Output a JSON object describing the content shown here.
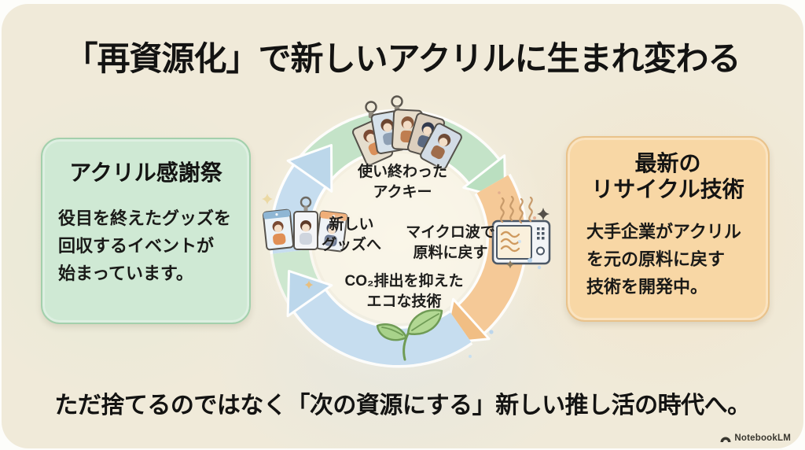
{
  "slide": {
    "title": "「再資源化」で新しいアクリルに生まれ変わる",
    "tagline": "ただ捨てるのではなく「次の資源にする」新しい推し活の時代へ。",
    "background_color": "#f0ead9"
  },
  "event_card": {
    "title": "アクリル感謝祭",
    "body_lines": [
      "役目を終えたグッズを",
      "回収するイベントが",
      "始まっています。"
    ],
    "background_color": "#cfe9d4",
    "border_color": "#a3d0ac"
  },
  "technology_card": {
    "title_lines": [
      "最新の",
      "リサイクル技術"
    ],
    "body_lines": [
      "大手企業がアクリル",
      "を元の原料に戻す",
      "技術を開発中。"
    ],
    "background_color": "#f8d7a5",
    "border_color": "#e9c28a"
  },
  "cycle": {
    "steps": [
      {
        "id": "used-keychains",
        "label_lines": [
          "使い終わった",
          "アクキー"
        ],
        "icon": "acrylic-keychain-pile-illustration",
        "arrow_color": "#c4e3c8"
      },
      {
        "id": "microwave-recycle",
        "label_lines": [
          "マイクロ波で",
          "原料に戻す"
        ],
        "icon": "microwave-icon",
        "arrow_color": "#f5c997"
      },
      {
        "id": "eco-technology",
        "label_lines": [
          "CO₂排出を抑えた",
          "エコな技術"
        ],
        "icon": "seedling-icon",
        "arrow_color": "#c6ddef"
      },
      {
        "id": "new-goods",
        "label_lines": [
          "新しい",
          "グッズへ"
        ],
        "icon": "new-goods-keychains-illustration",
        "arrow_color": "#c6ddef"
      }
    ]
  },
  "watermark": {
    "label": "NotebookLM"
  }
}
